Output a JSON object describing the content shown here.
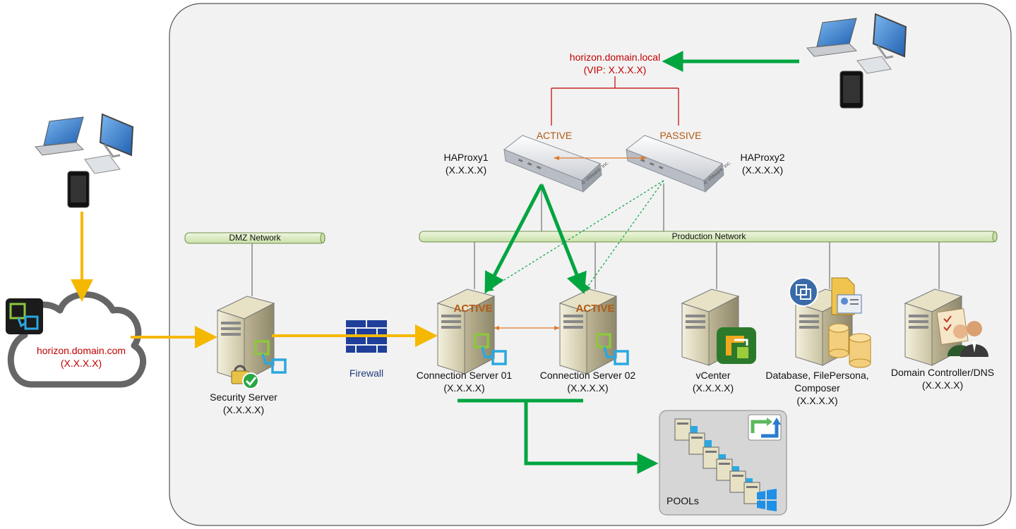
{
  "vip": {
    "hostname": "horizon.domain.local",
    "address": "(VIP: X.X.X.X)"
  },
  "states": {
    "active": "ACTIVE",
    "passive": "PASSIVE"
  },
  "haproxy1": {
    "name": "HAProxy1",
    "ip": "(X.X.X.X)"
  },
  "haproxy2": {
    "name": "HAProxy2",
    "ip": "(X.X.X.X)"
  },
  "networks": {
    "dmz": "DMZ Network",
    "production": "Production Network"
  },
  "cloud": {
    "hostname": "horizon.domain.com",
    "ip": "(X.X.X.X)"
  },
  "security_server": {
    "name": "Security Server",
    "ip": "(X.X.X.X)"
  },
  "firewall": {
    "label": "Firewall"
  },
  "cs1": {
    "state": "ACTIVE",
    "name": "Connection Server 01",
    "ip": "(X.X.X.X)"
  },
  "cs2": {
    "state": "ACTIVE",
    "name": "Connection Server 02",
    "ip": "(X.X.X.X)"
  },
  "vcenter": {
    "name": "vCenter",
    "ip": "(X.X.X.X)"
  },
  "database": {
    "line1": "Database, FilePersona,",
    "line2": "Composer",
    "ip": "(X.X.X.X)"
  },
  "dc": {
    "name": "Domain Controller/DNS",
    "ip": "(X.X.X.X)"
  },
  "pools": {
    "label": "POOLs"
  },
  "vendor_mark": "© VMware, Inc.",
  "colors": {
    "flow_external": "#f5b800",
    "flow_internal": "#00a540",
    "vip_line": "#c00000",
    "sync_line": "#e0792b",
    "network_bar": "#dff0c8",
    "panel": "#f2f2f2"
  }
}
